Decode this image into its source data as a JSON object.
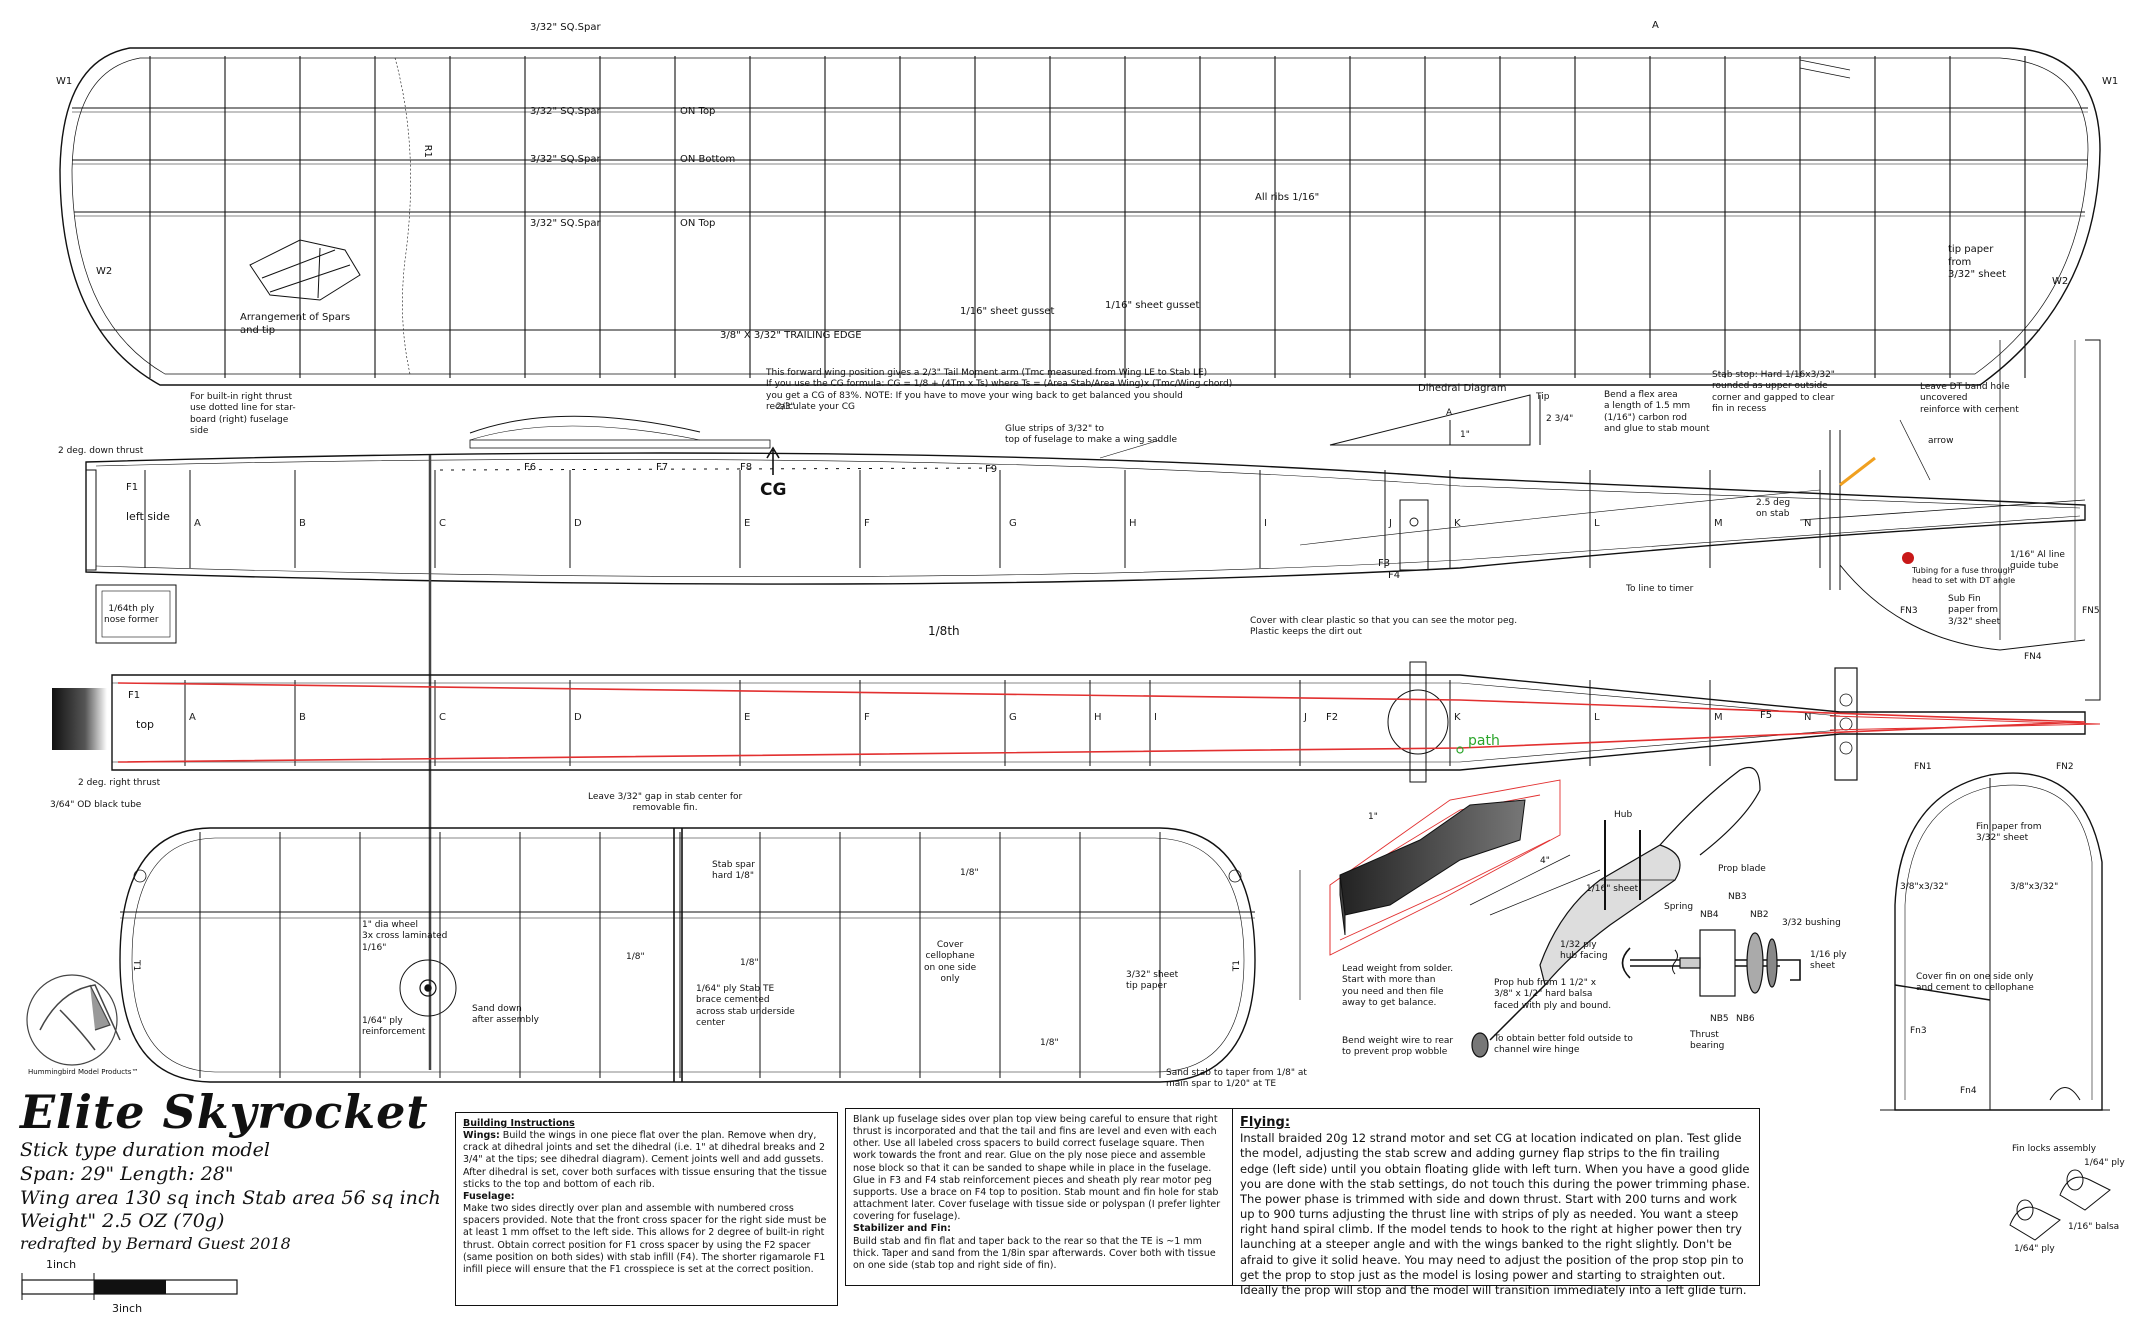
{
  "title_block": {
    "title": "Elite Skyrocket",
    "subtitle": "Stick type duration model",
    "span_length": "Span: 29\" Length: 28\"",
    "areas": "Wing area 130 sq inch Stab area 56 sq inch",
    "weight": "Weight\" 2.5 OZ  (70g)",
    "credit": "redrafted by Bernard Guest 2018",
    "scale_top": "1inch",
    "scale_bottom": "3inch"
  },
  "logo": {
    "caption": "Hummingbird Model Products™"
  },
  "wing": {
    "spar_top": "3/32\" SQ.Spar",
    "spar_1": "3/32\" SQ.Spar",
    "spar_1_note": "ON Top",
    "spar_2": "3/32\" SQ.Spar",
    "spar_2_note": "ON Bottom",
    "spar_3": "3/32\" SQ.Spar",
    "spar_3_note": "ON Top",
    "w1_left": "W1",
    "w1_right": "W1",
    "w2_left": "W2",
    "w2_right": "W2",
    "r1": "R1",
    "mark_a": "A",
    "ribs": "All ribs 1/16\"",
    "trailing_edge": "3/8\" X 3/32\"  TRAILING EDGE",
    "gusset_1": "1/16\" sheet gusset",
    "gusset_2": "1/16\" sheet gusset",
    "tip_paper": "tip paper\nfrom\n3/32\" sheet",
    "spars_note": "Arrangement of Spars\nand tip"
  },
  "fuselage": {
    "side": "left side",
    "top": "top",
    "f1": "F1",
    "f1_top": "F1",
    "f2": "F2",
    "f3": "F3",
    "f4": "F4",
    "f5": "F5",
    "f6": "F6",
    "f7": "F7",
    "f8": "F8",
    "f9": "F9",
    "cg": "CG",
    "cg_formula": "This forward wing position gives a 2/3\" Tail Moment arm (Tmc measured from Wing LE to Stab LE)\nIf you use the CG formula: CG = 1/8 + (4Tm x Ts) where Ts = (Area Stab/Area Wing)x (Tmc/Wing chord)\nyou get a CG of 83%. NOTE: If you have to move your wing back to get balanced you should\nrecalculate your CG",
    "glue_strip": "Glue strips of 3/32\" to\ntop of fuselage to make a wing saddle",
    "dim_2_3": "2/3\"",
    "built_in_thrust": "For built-in right thrust\nuse dotted line for star-\nboard (right) fuselage\nside",
    "down_thrust": "2 deg. down thrust",
    "right_thrust": "2 deg. right thrust",
    "nose_former": "1/64th ply\nnose former",
    "scale_mark": "1/8th",
    "cover_plastic": "Cover with clear plastic so that you can see the motor peg.\nPlastic keeps the dirt out",
    "bobbin": "3/64\" OD black tube",
    "path_label": "path",
    "dihedral_title": "Dihedral Diagram",
    "dihedral_tip": "Tip",
    "dihedral_a": "A",
    "dihedral_1": "1\"",
    "dihedral_2": "2 3/4\"",
    "flex_note": "Bend a flex area\na length of 1.5 mm\n(1/16\") carbon rod\nand glue to stab mount",
    "stab_stop": "Stab stop: Hard 1/16x3/32\"\nrounded as upper outside\ncorner and gapped to clear\nfin in recess",
    "dt_hole": "Leave DT band hole\nuncovered\nreinforce with cement",
    "arrow_word": "arrow",
    "deg_note": "2.5 deg\non stab",
    "aluminium_tube": "1/16\" Al line\nguide tube",
    "to_line": "To line to timer",
    "tubing": "Tubing for a fuse through\nhead to set with DT angle",
    "sub_fin": "Sub Fin\npaper from\n3/32\" sheet",
    "fn3": "FN3",
    "fn4": "FN4",
    "fn5": "FN5",
    "rib_labels": [
      "A",
      "B",
      "C",
      "D",
      "E",
      "F",
      "G",
      "H",
      "I",
      "J",
      "K",
      "L",
      "M",
      "N"
    ]
  },
  "stab": {
    "gap_note": "Leave 3/32\" gap in stab center for\nremovable fin.",
    "spar": "Stab spar\nhard 1/8\"",
    "wheel": "1\" dia wheel\n3x cross laminated\n1/16\"",
    "ply_reinforcement": "1/64\" ply\nreinforcement",
    "sand_down": "Sand down\nafter assembly",
    "ply_tab": "1/64\" ply Stab TE\nbrace cemented\nacross stab underside\ncenter",
    "cover_one_side": "Cover\ncellophane\non one side\nonly",
    "tip_paper": "3/32\" sheet\ntip paper",
    "dim_1": "1/8\"",
    "dim_2": "1/8\"",
    "dim_3": "1/8\"",
    "dim_4": "1/8\"",
    "sand_note": "Sand stab to taper from 1/8\" at\nmain spar to 1/20\" at TE",
    "t1_left": "T1",
    "t1_right": "T1"
  },
  "prop": {
    "lead_weight": "Lead weight from solder.\nStart with more than\nyou need and then file\naway to get balance.",
    "bend_wire": "Bend weight wire to rear\nto prevent prop wobble",
    "hub": "Hub",
    "prop_blade": "Prop blade",
    "sheet_1": "1/16\" sheet",
    "sheet_2": "1/32 ply\nhub facing",
    "spring": "Spring",
    "nb4": "NB4",
    "nb3": "NB3",
    "nb2": "NB2",
    "nb5": "NB5",
    "nb6": "NB6",
    "bushing": "3/32 bushing",
    "ply_sheet": "1/16 ply\nsheet",
    "hub_note": "Prop hub from 1 1/2\" x\n3/8\" x 1/2\" hard balsa\nfaced with ply and bound.",
    "obtain_fold": "To obtain better fold outside to\nchannel wire hinge",
    "thrust_bearing": "Thrust\nbearing",
    "dim_4in": "4\"",
    "dim_1in": "1\""
  },
  "fin": {
    "fn1": "FN1",
    "fn2": "FN2",
    "fn3": "Fn3",
    "fn4": "Fn4",
    "fin_paper": "Fin paper from\n3/32\" sheet",
    "sq_1": "3/8\"x3/32\"",
    "sq_2": "3/8\"x3/32\"",
    "cover_one_side": "Cover fin on one side only\nand cement to cellophane",
    "fin_locks": "Fin locks assembly",
    "ply_1": "1/64\" ply",
    "sheet_balsa": "1/16\" balsa",
    "ply_2": "1/64\" ply"
  },
  "building": {
    "heading": "Building Instructions",
    "wings_label": "Wings:",
    "wings_text": "Build the wings in one piece flat over the plan. Remove when dry, crack at dihedral joints and set the dihedral (i.e. 1\" at dihedral breaks and 2 3/4\" at the tips; see dihedral diagram). Cement joints well and add gussets. After dihedral is set, cover both surfaces with tissue ensuring that the tissue sticks to the top and bottom of each rib.",
    "fuselage_label": "Fuselage:",
    "fuselage_text": "Make two sides directly over plan and assemble with numbered cross spacers provided. Note that the front cross spacer for the right side must be at least 1 mm offset to the left side. This allows for 2 degree of built-in right thrust. Obtain correct position for F1 cross spacer by using the F2 spacer (same position on both sides) with stab infill (F4). The shorter rigamarole F1 infill piece will ensure that the F1 crosspiece is set at the correct position."
  },
  "middle": {
    "text": "Blank up fuselage sides over plan top view being careful to ensure that right thrust is incorporated and that the tail and fins are level and even with each other. Use all labeled cross spacers to build correct fuselage square. Then work towards the front and rear. Glue on the ply nose piece and assemble nose block so that it can be sanded to shape while in place in the fuselage. Glue in F3 and F4 stab reinforcement pieces and sheath ply rear motor peg supports. Use a brace on F4 top to position. Stab mount and fin hole for stab attachment later. Cover fuselage with tissue side or polyspan (I prefer lighter covering for fuselage).",
    "stab_fin_label": "Stabilizer and Fin:",
    "stab_fin_text": "Build stab and fin flat and taper back to the rear so that the TE is ~1 mm thick. Taper and sand from the 1/8in spar afterwards. Cover both with tissue on one side (stab top and right side of fin)."
  },
  "flying": {
    "heading": "Flying:",
    "text": "Install braided 20g 12 strand motor and set CG at location indicated on plan. Test glide the model, adjusting the stab screw and adding gurney flap strips to the fin trailing edge (left side) until you obtain floating glide with left turn. When you have a good glide you are done with the stab settings, do not touch this during the power trimming phase. The power phase is trimmed with side and down thrust. Start with 200 turns and work up to 900 turns adjusting the thrust line with strips of ply as needed. You want a steep right hand spiral climb. If the model tends to hook to the right at higher power then try launching at a steeper angle and with the wings banked to the right slightly. Don't be afraid to give it solid heave. You may need to adjust the position of the prop stop pin to get the prop to stop just as the model is losing power and starting to straighten out. Ideally the prop will stop and the model will transition immediately into a left glide turn."
  },
  "colors": {
    "ink": "#111111",
    "motor_line": "#e23030",
    "path": "#2aa52a",
    "highlight": "#f0a020",
    "dt_dot": "#c81818"
  }
}
